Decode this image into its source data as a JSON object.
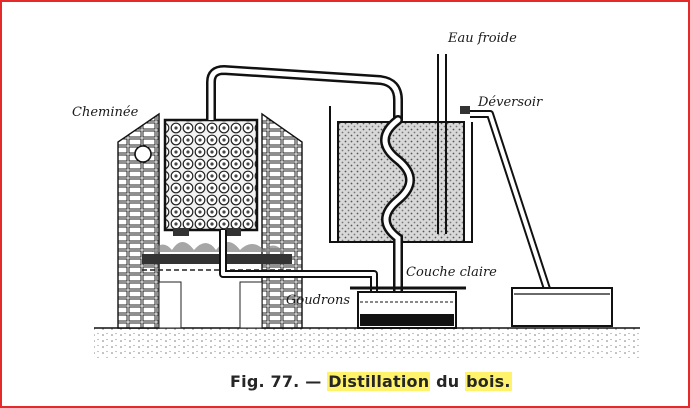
{
  "labels": {
    "chimney": "Cheminée",
    "cold_water": "Eau froide",
    "overflow": "Déversoir",
    "clear_layer": "Couche claire",
    "tars": "Goudrons"
  },
  "caption": {
    "figure": "Fig. 77.",
    "dash": "—",
    "word1": "Distillation",
    "word2": "du",
    "word3": "bois."
  },
  "colors": {
    "frame_border": "#e52a2a",
    "ink": "#1a1a1a",
    "highlight": "#fff36b"
  }
}
